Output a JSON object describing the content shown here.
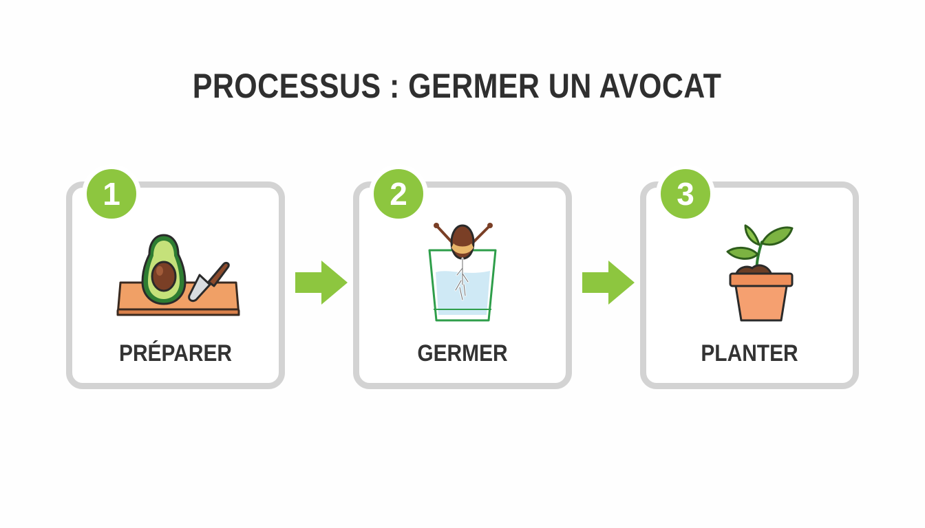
{
  "title": "PROCESSUS : GERMER UN AVOCAT",
  "steps": [
    {
      "number": "1",
      "label": "PRÉPARER",
      "icon": "avocado-knife-cutting-board-icon"
    },
    {
      "number": "2",
      "label": "GERMER",
      "icon": "avocado-pit-in-water-glass-icon"
    },
    {
      "number": "3",
      "label": "PLANTER",
      "icon": "seedling-in-pot-icon"
    }
  ],
  "colors": {
    "accent_green": "#8dc63f",
    "card_border": "#d3d3d3",
    "title_text": "#2f2f2f",
    "label_text": "#333333"
  }
}
